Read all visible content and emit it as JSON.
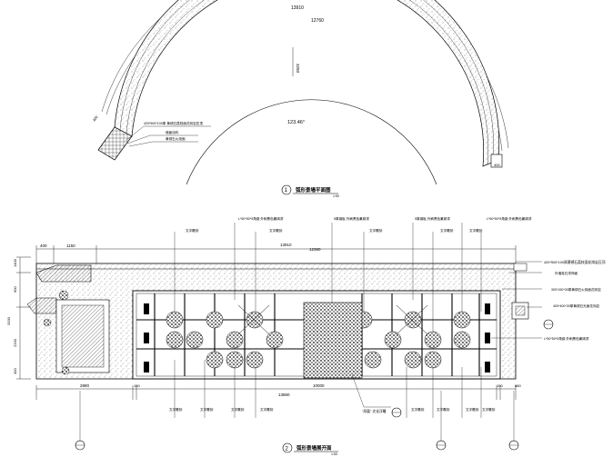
{
  "plan": {
    "dims": {
      "outer_chord": "13910",
      "inner_chord": "12760",
      "radial": "3250",
      "angle": "123.46°",
      "end_width": "400",
      "left_width": "400"
    },
    "labels": {
      "cap": "420*500*100厚 黄锈石荔枝面花岗岩压顶",
      "wall": "墙面涂料",
      "base": "黄锈石火烧面"
    },
    "title_no": "1",
    "title": "弧形景墙平面图",
    "scale": "1:50"
  },
  "elevation": {
    "top_dims": [
      "400",
      "1150",
      "13910",
      "12360"
    ],
    "left_dims": [
      "1400",
      "900",
      "3330",
      "2200",
      "400"
    ],
    "bottom_dims": [
      "2880",
      "150",
      "13860",
      "10000",
      "150",
      "880"
    ],
    "top_labels": [
      "文字雕刻",
      "L*50*50*5角钢 外刷黑色氟碳漆",
      "文字雕刻",
      "5厚钢板 外刷黑色氟碳漆",
      "文字雕刻",
      "5厚钢板 外刷黑色氟碳漆",
      "L*50*50*5角钢 外刷黑色氟碳漆",
      "文字雕刻",
      "文字雕刻"
    ],
    "right_labels": [
      "420*500*100厚黄锈石荔枝面花岗岩压顶",
      "外墙真石漆饰面",
      "300*150*30厚黄锈石火烧面花岗岩",
      "400*400*30厚黄锈石光面花岗岩",
      "L*50*50*5角钢 外刷黑色氟碳漆"
    ],
    "bottom_labels": [
      "文字雕刻",
      "文字雕刻",
      "文字雕刻",
      "文字雕刻",
      "文字雕刻",
      "文字雕刻",
      "文字雕刻",
      "文字雕刻"
    ],
    "center_label": "\"凤凰\" 文化浮雕",
    "title_no": "2",
    "title": "弧形景墙展开面",
    "scale": "1:50"
  },
  "colors": {
    "line": "#000000",
    "stipple": "#d9d9d9"
  }
}
